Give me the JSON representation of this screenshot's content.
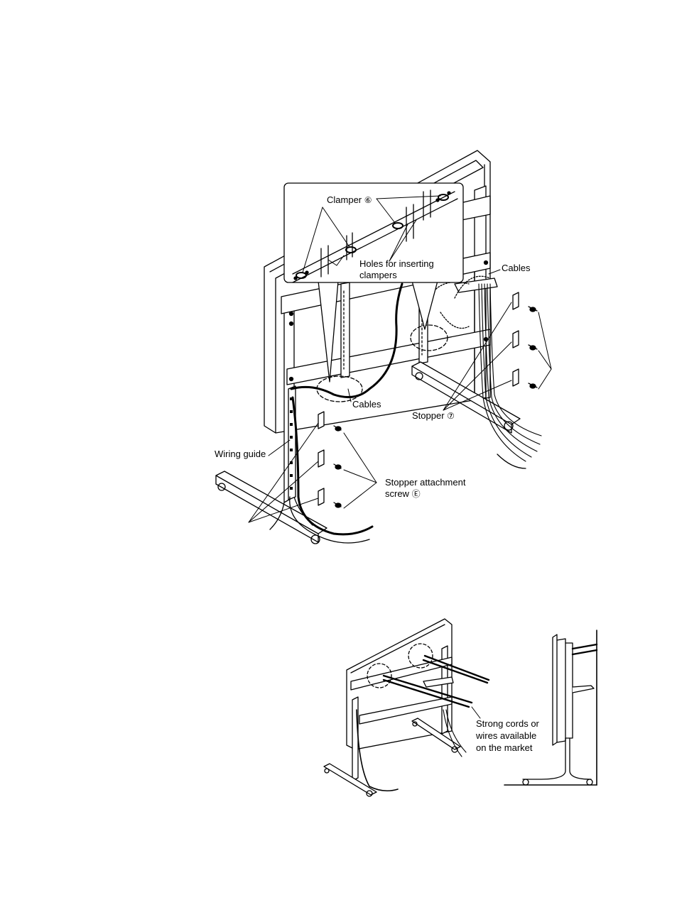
{
  "figure1": {
    "callout": {
      "clamper": {
        "label": "Clamper",
        "symbol": "⑥"
      },
      "holes_line1": "Holes for inserting",
      "holes_line2": "clampers"
    },
    "cables_top": "Cables",
    "cables_bottom": "Cables",
    "stopper": {
      "label": "Stopper",
      "symbol": "⑦"
    },
    "wiring_guide": "Wiring guide",
    "stopper_screw_line1": "Stopper attachment",
    "stopper_screw_line2": {
      "label": "screw",
      "symbol": "Ⓔ"
    }
  },
  "figure2": {
    "cords_line1": "Strong cords or",
    "cords_line2": "wires available",
    "cords_line3": "on the market"
  }
}
